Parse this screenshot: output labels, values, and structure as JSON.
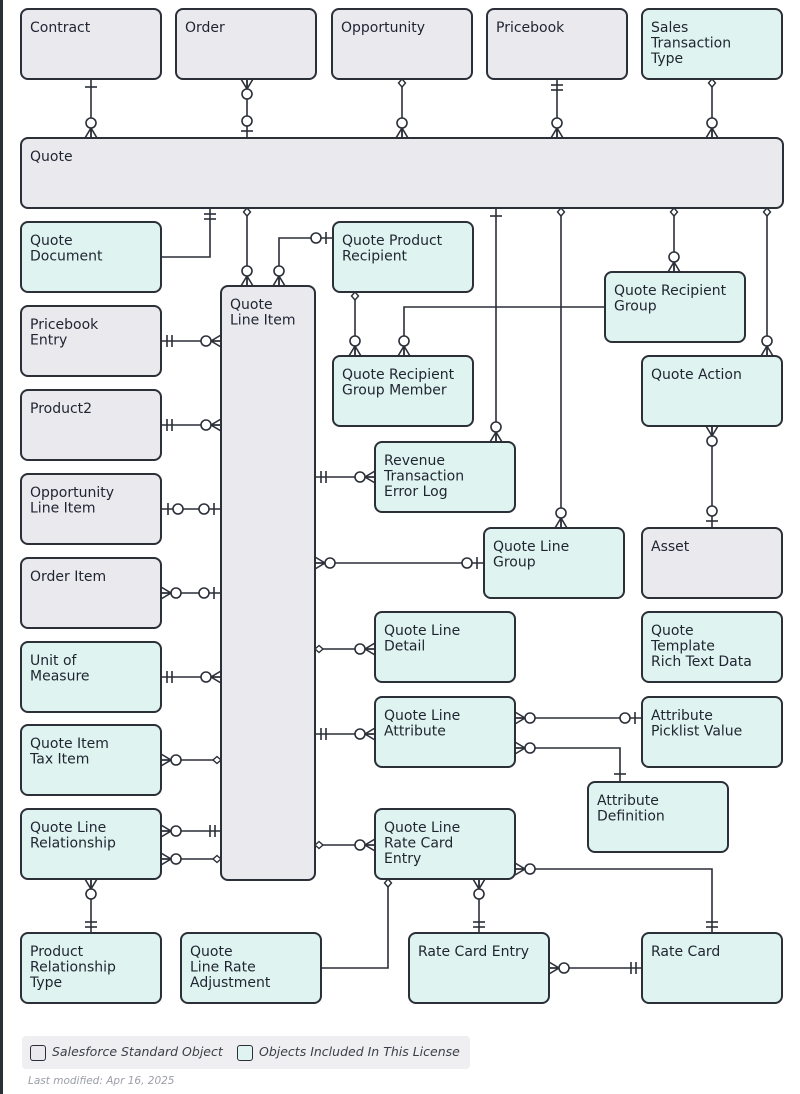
{
  "entities": [
    {
      "id": "contract",
      "kind": "standard",
      "lines": [
        "Contract"
      ]
    },
    {
      "id": "order",
      "kind": "standard",
      "lines": [
        "Order"
      ]
    },
    {
      "id": "opportunity",
      "kind": "standard",
      "lines": [
        "Opportunity"
      ]
    },
    {
      "id": "pricebook",
      "kind": "standard",
      "lines": [
        "Pricebook"
      ]
    },
    {
      "id": "sales-transaction-type",
      "kind": "license",
      "lines": [
        "Sales",
        "Transaction",
        "Type"
      ]
    },
    {
      "id": "quote",
      "kind": "standard",
      "lines": [
        "Quote"
      ]
    },
    {
      "id": "quote-document",
      "kind": "license",
      "lines": [
        "Quote",
        "Document"
      ]
    },
    {
      "id": "quote-product-recipient",
      "kind": "license",
      "lines": [
        "Quote Product",
        "Recipient"
      ]
    },
    {
      "id": "quote-recipient-group",
      "kind": "license",
      "lines": [
        "Quote Recipient",
        "Group"
      ]
    },
    {
      "id": "pricebook-entry",
      "kind": "standard",
      "lines": [
        "Pricebook",
        "Entry"
      ]
    },
    {
      "id": "quote-line-item",
      "kind": "standard",
      "lines": [
        "Quote",
        "Line Item"
      ]
    },
    {
      "id": "quote-recipient-group-member",
      "kind": "license",
      "lines": [
        "Quote Recipient",
        "Group Member"
      ]
    },
    {
      "id": "quote-action",
      "kind": "license",
      "lines": [
        "Quote Action"
      ]
    },
    {
      "id": "product2",
      "kind": "standard",
      "lines": [
        "Product2"
      ]
    },
    {
      "id": "revenue-transaction-error-log",
      "kind": "license",
      "lines": [
        "Revenue",
        "Transaction",
        "Error Log"
      ]
    },
    {
      "id": "opportunity-line-item",
      "kind": "standard",
      "lines": [
        "Opportunity",
        "Line Item"
      ]
    },
    {
      "id": "quote-line-group",
      "kind": "license",
      "lines": [
        "Quote Line",
        "Group"
      ]
    },
    {
      "id": "asset",
      "kind": "standard",
      "lines": [
        "Asset"
      ]
    },
    {
      "id": "order-item",
      "kind": "standard",
      "lines": [
        "Order Item"
      ]
    },
    {
      "id": "quote-line-detail",
      "kind": "license",
      "lines": [
        "Quote Line",
        "Detail"
      ]
    },
    {
      "id": "quote-template-rich-text-data",
      "kind": "license",
      "lines": [
        "Quote",
        "Template",
        "Rich Text Data"
      ]
    },
    {
      "id": "unit-of-measure",
      "kind": "license",
      "lines": [
        "Unit of",
        "Measure"
      ]
    },
    {
      "id": "quote-line-attribute",
      "kind": "license",
      "lines": [
        "Quote Line",
        "Attribute"
      ]
    },
    {
      "id": "attribute-picklist-value",
      "kind": "license",
      "lines": [
        "Attribute",
        "Picklist Value"
      ]
    },
    {
      "id": "quote-item-tax-item",
      "kind": "license",
      "lines": [
        "Quote Item",
        "Tax Item"
      ]
    },
    {
      "id": "attribute-definition",
      "kind": "license",
      "lines": [
        "Attribute",
        "Definition"
      ]
    },
    {
      "id": "quote-line-relationship",
      "kind": "license",
      "lines": [
        "Quote Line",
        "Relationship"
      ]
    },
    {
      "id": "quote-line-rate-card-entry",
      "kind": "license",
      "lines": [
        "Quote Line",
        "Rate Card",
        "Entry"
      ]
    },
    {
      "id": "product-relationship-type",
      "kind": "license",
      "lines": [
        "Product",
        "Relationship",
        "Type"
      ]
    },
    {
      "id": "quote-line-rate-adjustment",
      "kind": "license",
      "lines": [
        "Quote",
        "Line Rate",
        "Adjustment"
      ]
    },
    {
      "id": "rate-card-entry",
      "kind": "license",
      "lines": [
        "Rate Card Entry"
      ]
    },
    {
      "id": "rate-card",
      "kind": "license",
      "lines": [
        "Rate Card"
      ]
    }
  ],
  "legend": {
    "standard": "Salesforce Standard Object",
    "license": "Objects Included In This License"
  },
  "colors": {
    "standard_fill": "#e9e9ee",
    "license_fill": "#dff4f0",
    "stroke": "#2b2f38"
  },
  "footer": {
    "last_modified": "Last modified: Apr 16, 2025"
  }
}
